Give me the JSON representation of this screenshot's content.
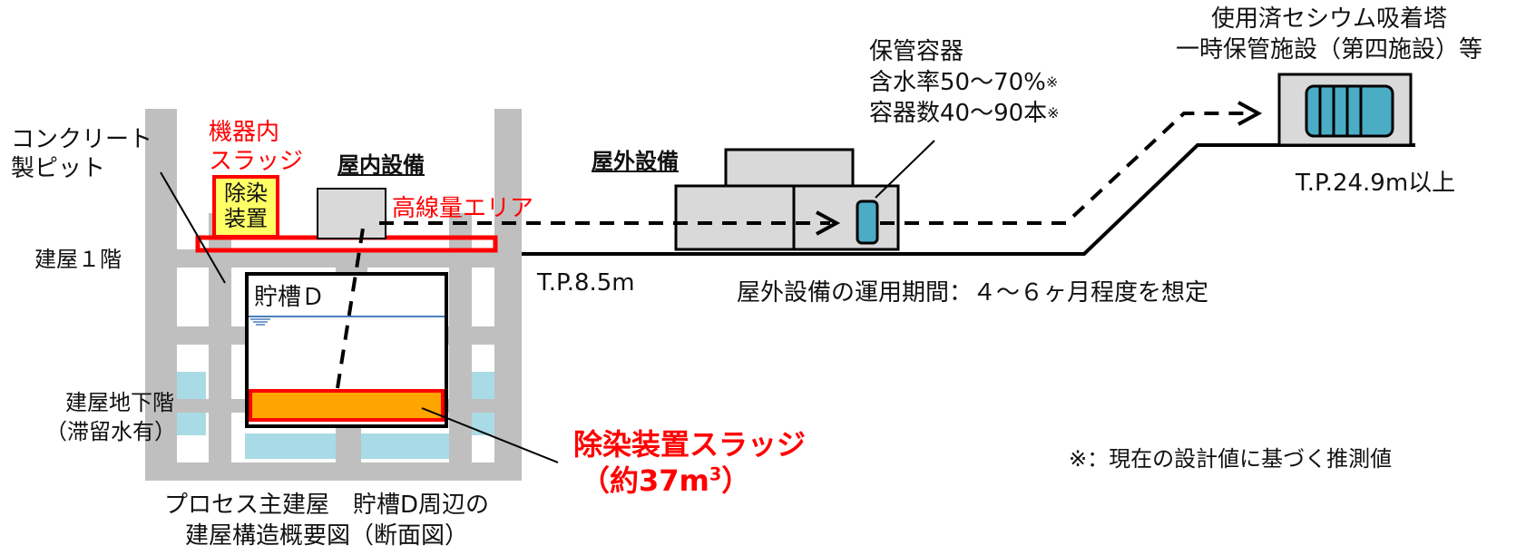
{
  "labels": {
    "concrete_pit": [
      "コンクリート",
      "製ピット"
    ],
    "equipment_sludge": [
      "機器内",
      "スラッジ"
    ],
    "decon_device_box": [
      "除染",
      "装置"
    ],
    "indoor_facility": "屋内設備",
    "high_dose_area": "高線量エリア",
    "building_1f": "建屋１階",
    "tank_d": "貯槽Ｄ",
    "basement": [
      "建屋地下階",
      "（滞留水有）"
    ],
    "building_caption": [
      "プロセス主建屋　貯槽D周辺の",
      "建屋構造概要図（断面図）"
    ],
    "sludge_name": "除染装置スラッジ",
    "sludge_volume_prefix": "（約37m",
    "sludge_volume_sup": "3",
    "sludge_volume_suffix": "）",
    "outdoor_facility": "屋外設備",
    "tp_low": "T.P.8.5m",
    "operation_period": "屋外設備の運用期間：４～６ヶ月程度を想定",
    "storage_vessel": {
      "title": "保管容器",
      "water_content": "含水率50～70%",
      "container_count": "容器数40～90本",
      "note_mark": "※"
    },
    "storage_facility": [
      "使用済セシウム吸着塔",
      "一時保管施設（第四施設）等"
    ],
    "tp_high": "T.P.24.9m以上",
    "footnote": "※：現在の設計値に基づく推測値"
  },
  "colors": {
    "concrete": "#bfbfbf",
    "stagnant_water": "#a9dbe6",
    "high_dose": "#ff0000",
    "sludge_fill": "#ffa500",
    "decon_fill": "#ffff66",
    "equipment_fill": "#d9d9d9",
    "container_fill": "#4bacc6",
    "water_line": "#4a7ebb"
  }
}
